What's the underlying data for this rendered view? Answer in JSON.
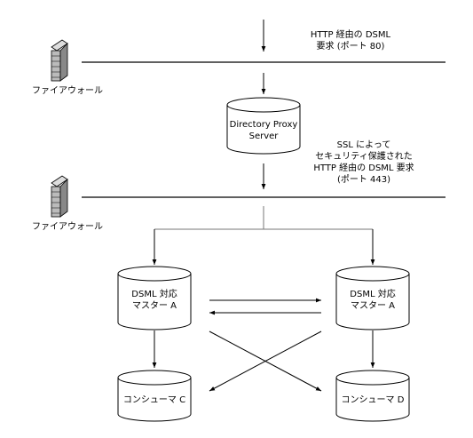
{
  "diagram": {
    "top_request_label": [
      "HTTP 経由の DSML",
      "要求 (ポート 80)"
    ],
    "firewall_label": "ファイアウォール",
    "proxy_label": [
      "Directory Proxy",
      "Server"
    ],
    "ssl_request_label": [
      "SSL によって",
      "セキュリティ保護された",
      "HTTP 経由の DSML 要求",
      "(ポート 443)"
    ],
    "master_left_label": [
      "DSML 対応",
      "マスター A"
    ],
    "master_right_label": [
      "DSML 対応",
      "マスター A"
    ],
    "consumer_left_label": "コンシューマ C",
    "consumer_right_label": "コンシューマ D",
    "colors": {
      "line": "#000000",
      "connector": "#777777",
      "cylinder_fill": "#ffffff",
      "firewall_brick": "#999999"
    }
  }
}
